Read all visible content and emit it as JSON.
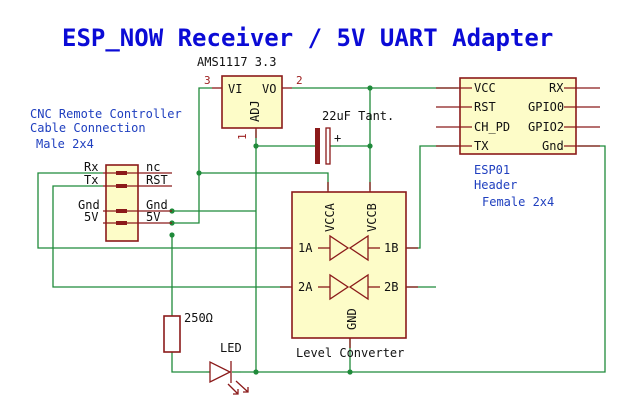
{
  "title": "ESP_NOW Receiver / 5V UART Adapter",
  "regulator": {
    "name": "AMS1117 3.3",
    "pin_vi": "VI",
    "pin_vo": "VO",
    "pin_adj": "ADJ",
    "pin_num_vi": "3",
    "pin_num_vo": "2",
    "pin_num_adj": "1"
  },
  "capacitor": {
    "label": "22uF Tant.",
    "polarity": "+"
  },
  "cnc_connector": {
    "note_line1": "CNC Remote Controller",
    "note_line2": "Cable Connection",
    "note_line3": "Male 2x4",
    "left_pins": [
      "Rx",
      "Tx",
      "Gnd",
      "5V"
    ],
    "right_pins": [
      "nc",
      "RST",
      "Gnd",
      "5V"
    ]
  },
  "esp01": {
    "left_pins": [
      "VCC",
      "RST",
      "CH_PD",
      "TX"
    ],
    "right_pins": [
      "RX",
      "GPIO0",
      "GPIO2",
      "Gnd"
    ],
    "label_line1": "ESP01",
    "label_line2": "Header",
    "label_line3": "Female 2x4"
  },
  "level_converter": {
    "label": "Level Converter",
    "pin_vcca": "VCCA",
    "pin_vccb": "VCCB",
    "pin_gnd": "GND",
    "pin_1a": "1A",
    "pin_1b": "1B",
    "pin_2a": "2A",
    "pin_2b": "2B"
  },
  "resistor": {
    "label": "250Ω"
  },
  "led": {
    "label": "LED"
  },
  "colors": {
    "wire": "#1f8a3a",
    "body_fill": "#fdfcc8",
    "outline": "#8b1a1a",
    "title": "#0b0bd6"
  }
}
